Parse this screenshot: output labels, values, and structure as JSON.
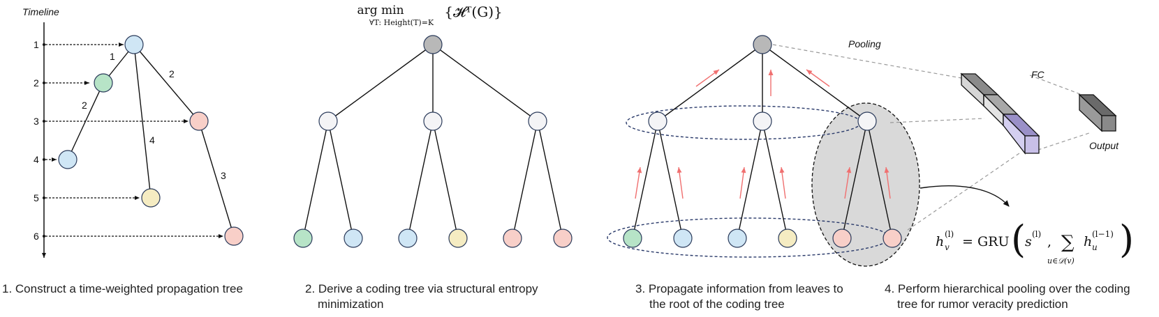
{
  "timeline": {
    "title": "Timeline",
    "ticks": [
      "1",
      "2",
      "3",
      "4",
      "5",
      "6"
    ]
  },
  "edges1": [
    "1",
    "2",
    "2",
    "4",
    "3"
  ],
  "formula_top": {
    "argmin": "arg min",
    "constraint": "∀T: Height(T)=K",
    "objective": "{𝓗ᵀ(G)}"
  },
  "labels": {
    "pooling": "Pooling",
    "fc": "FC",
    "output": "Output"
  },
  "formula_bottom": {
    "lhs": "h",
    "lhs_sup": "(l)",
    "lhs_sub": "v",
    "eq": "= GRU",
    "s": "s",
    "s_sup": "(l)",
    "comma": ",",
    "sum": "∑",
    "sum_sub": "u∈𝒟(v)",
    "h": "h",
    "h_sup": "(l−1)",
    "h_sub": "u"
  },
  "captions": {
    "c1": "1. Construct a time-weighted propagation tree",
    "c2_line1": "2. Derive a coding tree via structural entropy",
    "c2_line2": "minimization",
    "c3_line1": "3. Propagate information from leaves to",
    "c3_line2": "the root of the coding tree",
    "c4_line1": "4. Perform hierarchical pooling over the coding",
    "c4_line2": "tree for rumor veracity prediction"
  },
  "colors": {
    "blue_node": "#cfe6f5",
    "green_node": "#b7e4c7",
    "pink_node": "#f8cfc8",
    "yellow_node": "#f5ecc2",
    "gray_node": "#b8b8b8",
    "white_node": "#f4f4f6",
    "node_stroke": "#2a3a5a",
    "red_arrow": "#f07070",
    "lavender": "#c8c0e8"
  }
}
